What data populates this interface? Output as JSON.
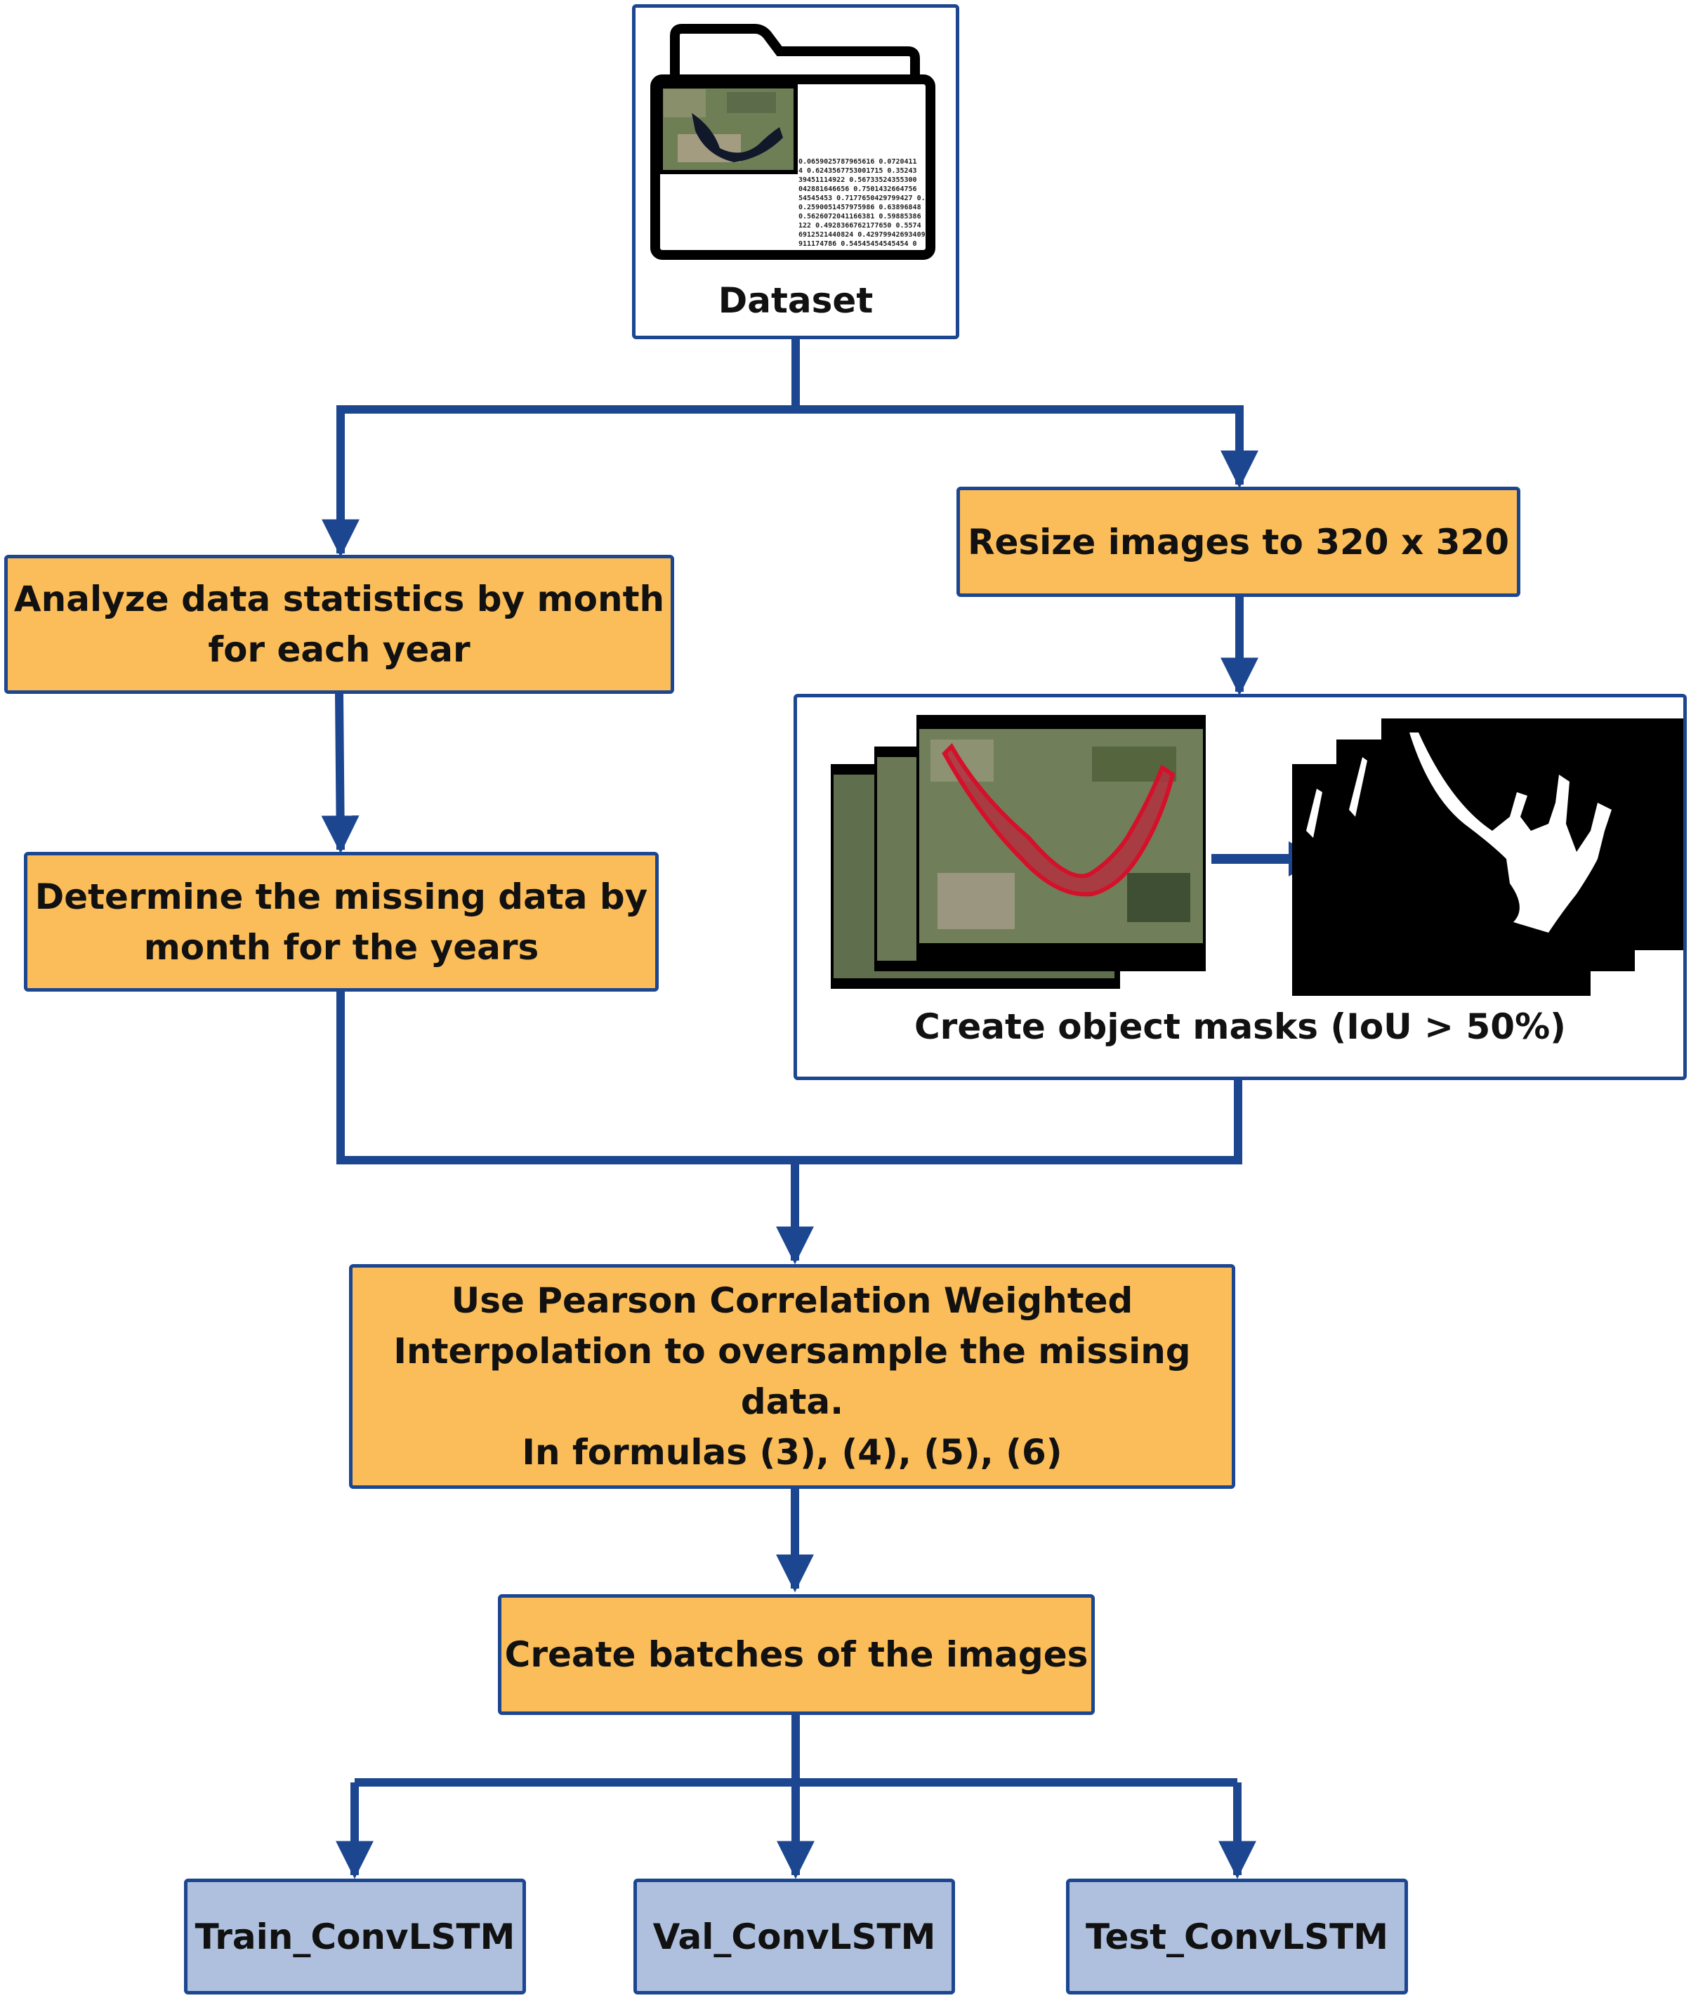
{
  "dataset": {
    "label": "Dataset",
    "numbers": [
      "0.0659025787965616 0.0720411",
      "4 0.6243567753001715 0.35243",
      "39451114922 0.56733524355300",
      "042881646656 0.7501432664756",
      "54545453 0.7177650429799427 0.",
      "0.2590051457975986 0.63896848",
      "0.5626072041166381 0.59885386",
      "122 0.4928366762177650 0.5574",
      "6912521440824 0.42979942693409",
      "911174786 0.54545454545454 0"
    ]
  },
  "steps": {
    "analyze": "Analyze data statistics by month\nfor each year",
    "missing": "Determine the missing data by\nmonth for the years",
    "resize": "Resize images to 320 x 320",
    "masks": "Create object masks (IoU > 50%)",
    "pearson": "Use Pearson Correlation Weighted\nInterpolation to oversample the missing data.\nIn formulas (3), (4), (5), (6)",
    "batches": "Create batches of the images"
  },
  "outputs": {
    "train": "Train_ConvLSTM",
    "val": "Val_ConvLSTM",
    "test": "Test_ConvLSTM"
  },
  "colors": {
    "box_fill": "#fbbd59",
    "output_fill": "#aec0dd",
    "border": "#1c4690",
    "arrow": "#1c4690"
  }
}
